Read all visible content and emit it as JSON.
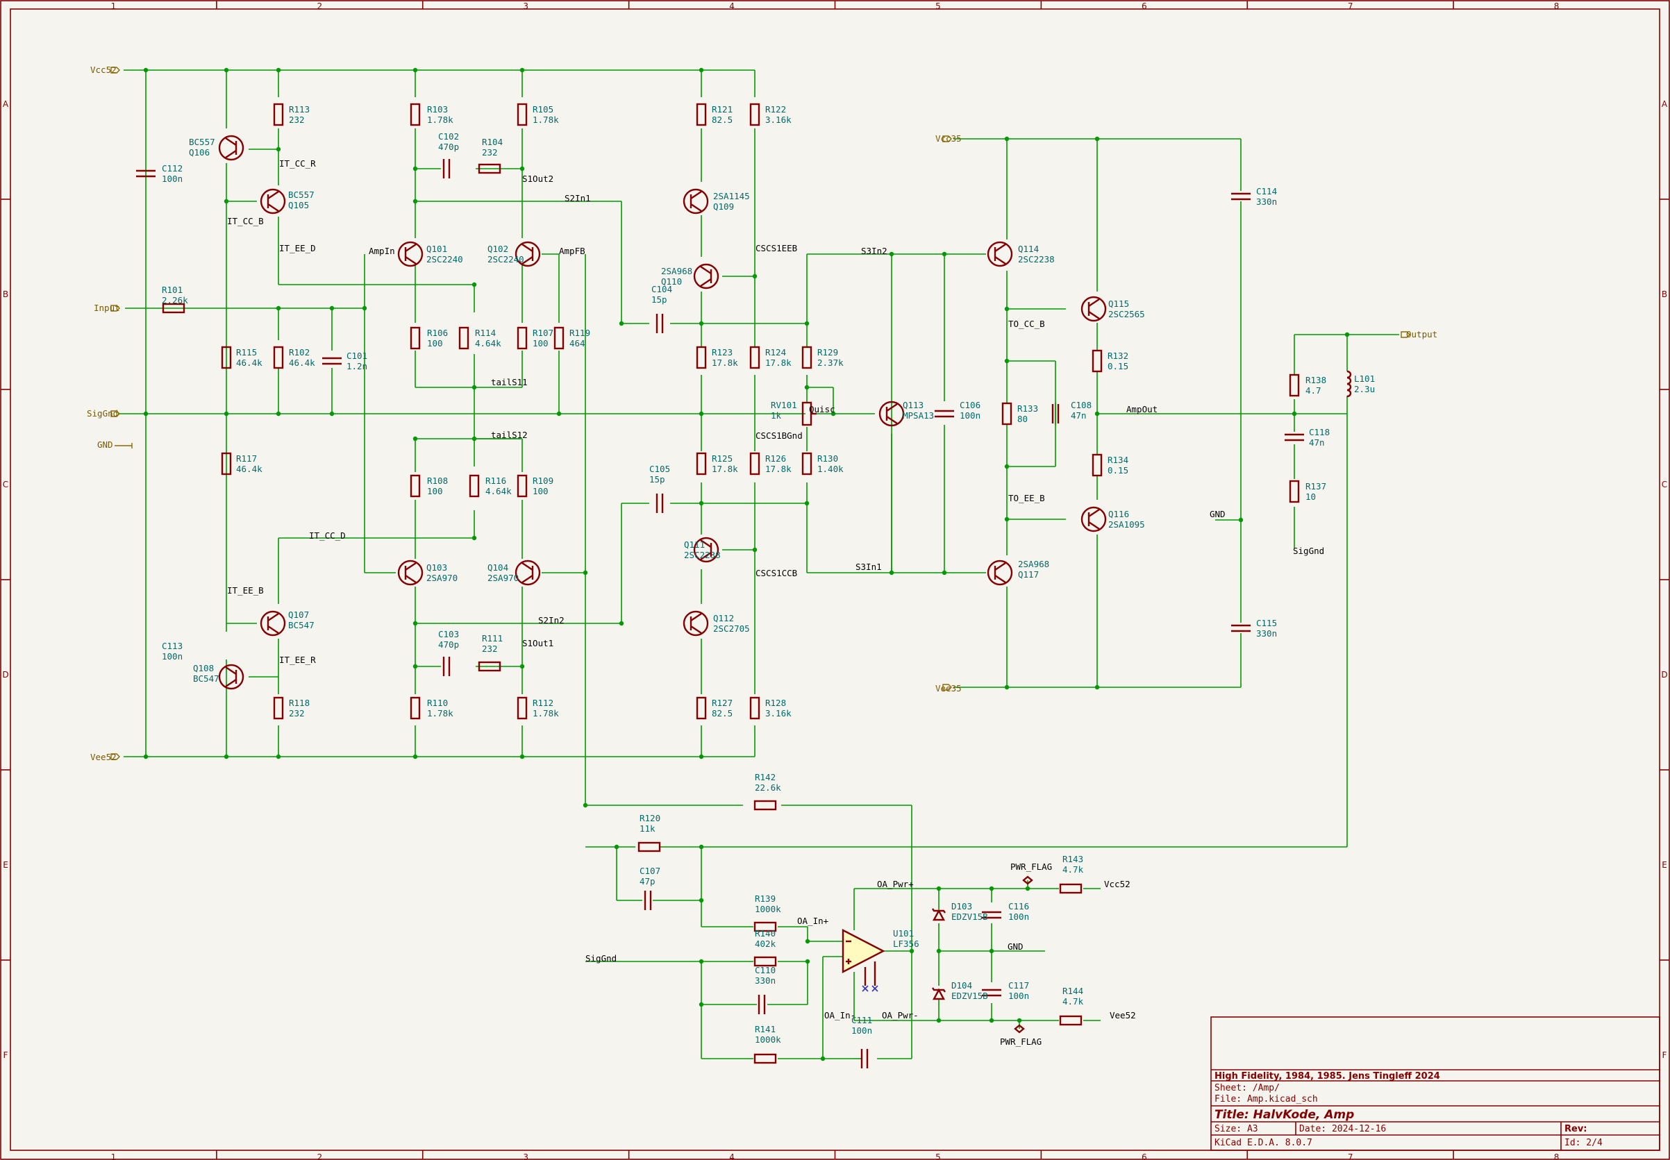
{
  "grid": {
    "columns": [
      "1",
      "2",
      "3",
      "4",
      "5",
      "6",
      "7",
      "8"
    ],
    "rows": [
      "A",
      "B",
      "C",
      "D",
      "E",
      "F"
    ]
  },
  "ports": {
    "vcc52": "Vcc52",
    "vee52": "Vee52",
    "input": "Input",
    "sig_gnd": "SigGnd",
    "gnd": "GND",
    "vcc35": "Vcc35",
    "vee35": "Vee35",
    "output": "Output"
  },
  "nets": {
    "it_cc_r": "IT_CC_R",
    "it_cc_b": "IT_CC_B",
    "it_ee_d": "IT_EE_D",
    "it_cc_d": "IT_CC_D",
    "it_ee_b": "IT_EE_B",
    "it_ee_r": "IT_EE_R",
    "ampin": "AmpIn",
    "ampfb": "AmpFB",
    "s1out2": "S1Out2",
    "s1out1": "S1Out1",
    "s2in1": "S2In1",
    "s2in2": "S2In2",
    "tails11": "tailS11",
    "tails12": "tailS12",
    "cscs1eeb": "CSCS1EEB",
    "cscs1bgnd": "CSCS1BGnd",
    "cscs1ccb": "CSCS1CCB",
    "s3in2": "S3In2",
    "s3in1": "S3In1",
    "quisc": "Quisc",
    "to_cc_b": "TO_CC_B",
    "to_ee_b": "TO_EE_B",
    "ampout": "AmpOut",
    "gnd": "GND",
    "siggnd": "SigGnd",
    "siggnd2": "SigGnd",
    "oa_in_plus": "OA_In+",
    "oa_in_minus": "OA_In-",
    "oa_pwr_plus": "OA_Pwr+",
    "oa_pwr_minus": "OA_Pwr-",
    "gnd2": "GND",
    "pwr_flag1": "PWR_FLAG",
    "pwr_flag2": "PWR_FLAG",
    "vcc52b": "Vcc52",
    "vee52b": "Vee52"
  },
  "components": {
    "r113": [
      "R113",
      "232"
    ],
    "r103": [
      "R103",
      "1.78k"
    ],
    "r105": [
      "R105",
      "1.78k"
    ],
    "r104": [
      "R104",
      "232"
    ],
    "c102": [
      "C102",
      "470p"
    ],
    "r121": [
      "R121",
      "82.5"
    ],
    "r122": [
      "R122",
      "3.16k"
    ],
    "c112": [
      "C112",
      "100n"
    ],
    "q106": [
      "BC557",
      "Q106"
    ],
    "q105": [
      "BC557",
      "Q105"
    ],
    "q101": [
      "Q101",
      "2SC2240"
    ],
    "q102": [
      "Q102",
      "2SC2240"
    ],
    "q109": [
      "2SA1145",
      "Q109"
    ],
    "q110": [
      "2SA968",
      "Q110"
    ],
    "c104": [
      "C104",
      "15p"
    ],
    "r101": [
      "R101",
      "2.26k"
    ],
    "r115": [
      "R115",
      "46.4k"
    ],
    "r102": [
      "R102",
      "46.4k"
    ],
    "c101": [
      "C101",
      "1.2n"
    ],
    "r106": [
      "R106",
      "100"
    ],
    "r114": [
      "R114",
      "4.64k"
    ],
    "r107": [
      "R107",
      "100"
    ],
    "r119": [
      "R119",
      "464"
    ],
    "r123": [
      "R123",
      "17.8k"
    ],
    "r124": [
      "R124",
      "17.8k"
    ],
    "r129": [
      "R129",
      "2.37k"
    ],
    "rv101": [
      "RV101",
      "1k"
    ],
    "q113": [
      "Q113",
      "MPSA13"
    ],
    "c106": [
      "C106",
      "100n"
    ],
    "r117": [
      "R117",
      "46.4k"
    ],
    "r108": [
      "R108",
      "100"
    ],
    "r116": [
      "R116",
      "4.64k"
    ],
    "r109": [
      "R109",
      "100"
    ],
    "r125": [
      "R125",
      "17.8k"
    ],
    "r126": [
      "R126",
      "17.8k"
    ],
    "r130": [
      "R130",
      "1.40k"
    ],
    "c105": [
      "C105",
      "15p"
    ],
    "q111": [
      "Q111",
      "2SC2238"
    ],
    "q103": [
      "Q103",
      "2SA970"
    ],
    "q104": [
      "Q104",
      "2SA970"
    ],
    "q107": [
      "Q107",
      "BC547"
    ],
    "q108": [
      "Q108",
      "BC547"
    ],
    "q112": [
      "Q112",
      "2SC2705"
    ],
    "c113": [
      "C113",
      "100n"
    ],
    "c103": [
      "C103",
      "470p"
    ],
    "r111": [
      "R111",
      "232"
    ],
    "r118": [
      "R118",
      "232"
    ],
    "r110": [
      "R110",
      "1.78k"
    ],
    "r112": [
      "R112",
      "1.78k"
    ],
    "r127": [
      "R127",
      "82.5"
    ],
    "r128": [
      "R128",
      "3.16k"
    ],
    "q114": [
      "Q114",
      "2SC2238"
    ],
    "q115": [
      "Q115",
      "2SC2565"
    ],
    "r132": [
      "R132",
      "0.15"
    ],
    "r133": [
      "R133",
      "80"
    ],
    "c108": [
      "C108",
      "47n"
    ],
    "r134": [
      "R134",
      "0.15"
    ],
    "q116": [
      "Q116",
      "2SA1095"
    ],
    "q117": [
      "2SA968",
      "Q117"
    ],
    "c114": [
      "C114",
      "330n"
    ],
    "c115": [
      "C115",
      "330n"
    ],
    "r138": [
      "R138",
      "4.7"
    ],
    "l101": [
      "L101",
      "2.3u"
    ],
    "c118": [
      "C118",
      "47n"
    ],
    "r137": [
      "R137",
      "10"
    ],
    "r142": [
      "R142",
      "22.6k"
    ],
    "r120": [
      "R120",
      "11k"
    ],
    "c107": [
      "C107",
      "47p"
    ],
    "r139": [
      "R139",
      "1000k"
    ],
    "r140": [
      "R140",
      "402k"
    ],
    "c110": [
      "C110",
      "330n"
    ],
    "r141": [
      "R141",
      "1000k"
    ],
    "c111": [
      "C111",
      "100n"
    ],
    "u101": [
      "U101",
      "LF356"
    ],
    "d103": [
      "D103",
      "EDZV15B"
    ],
    "d104": [
      "D104",
      "EDZV15B"
    ],
    "c116": [
      "C116",
      "100n"
    ],
    "c117": [
      "C117",
      "100n"
    ],
    "r143": [
      "R143",
      "4.7k"
    ],
    "r144": [
      "R144",
      "4.7k"
    ]
  },
  "title_block": {
    "project": "High Fidelity, 1984, 1985. Jens Tingleff 2024",
    "sheet": "Sheet: /Amp/",
    "file": "File: Amp.kicad_sch",
    "title": "Title: HalvKode, Amp",
    "size": "Size: A3",
    "date": "Date: 2024-12-16",
    "rev": "Rev:",
    "tool": "KiCad E.D.A. 8.0.7",
    "id": "Id: 2/4"
  }
}
